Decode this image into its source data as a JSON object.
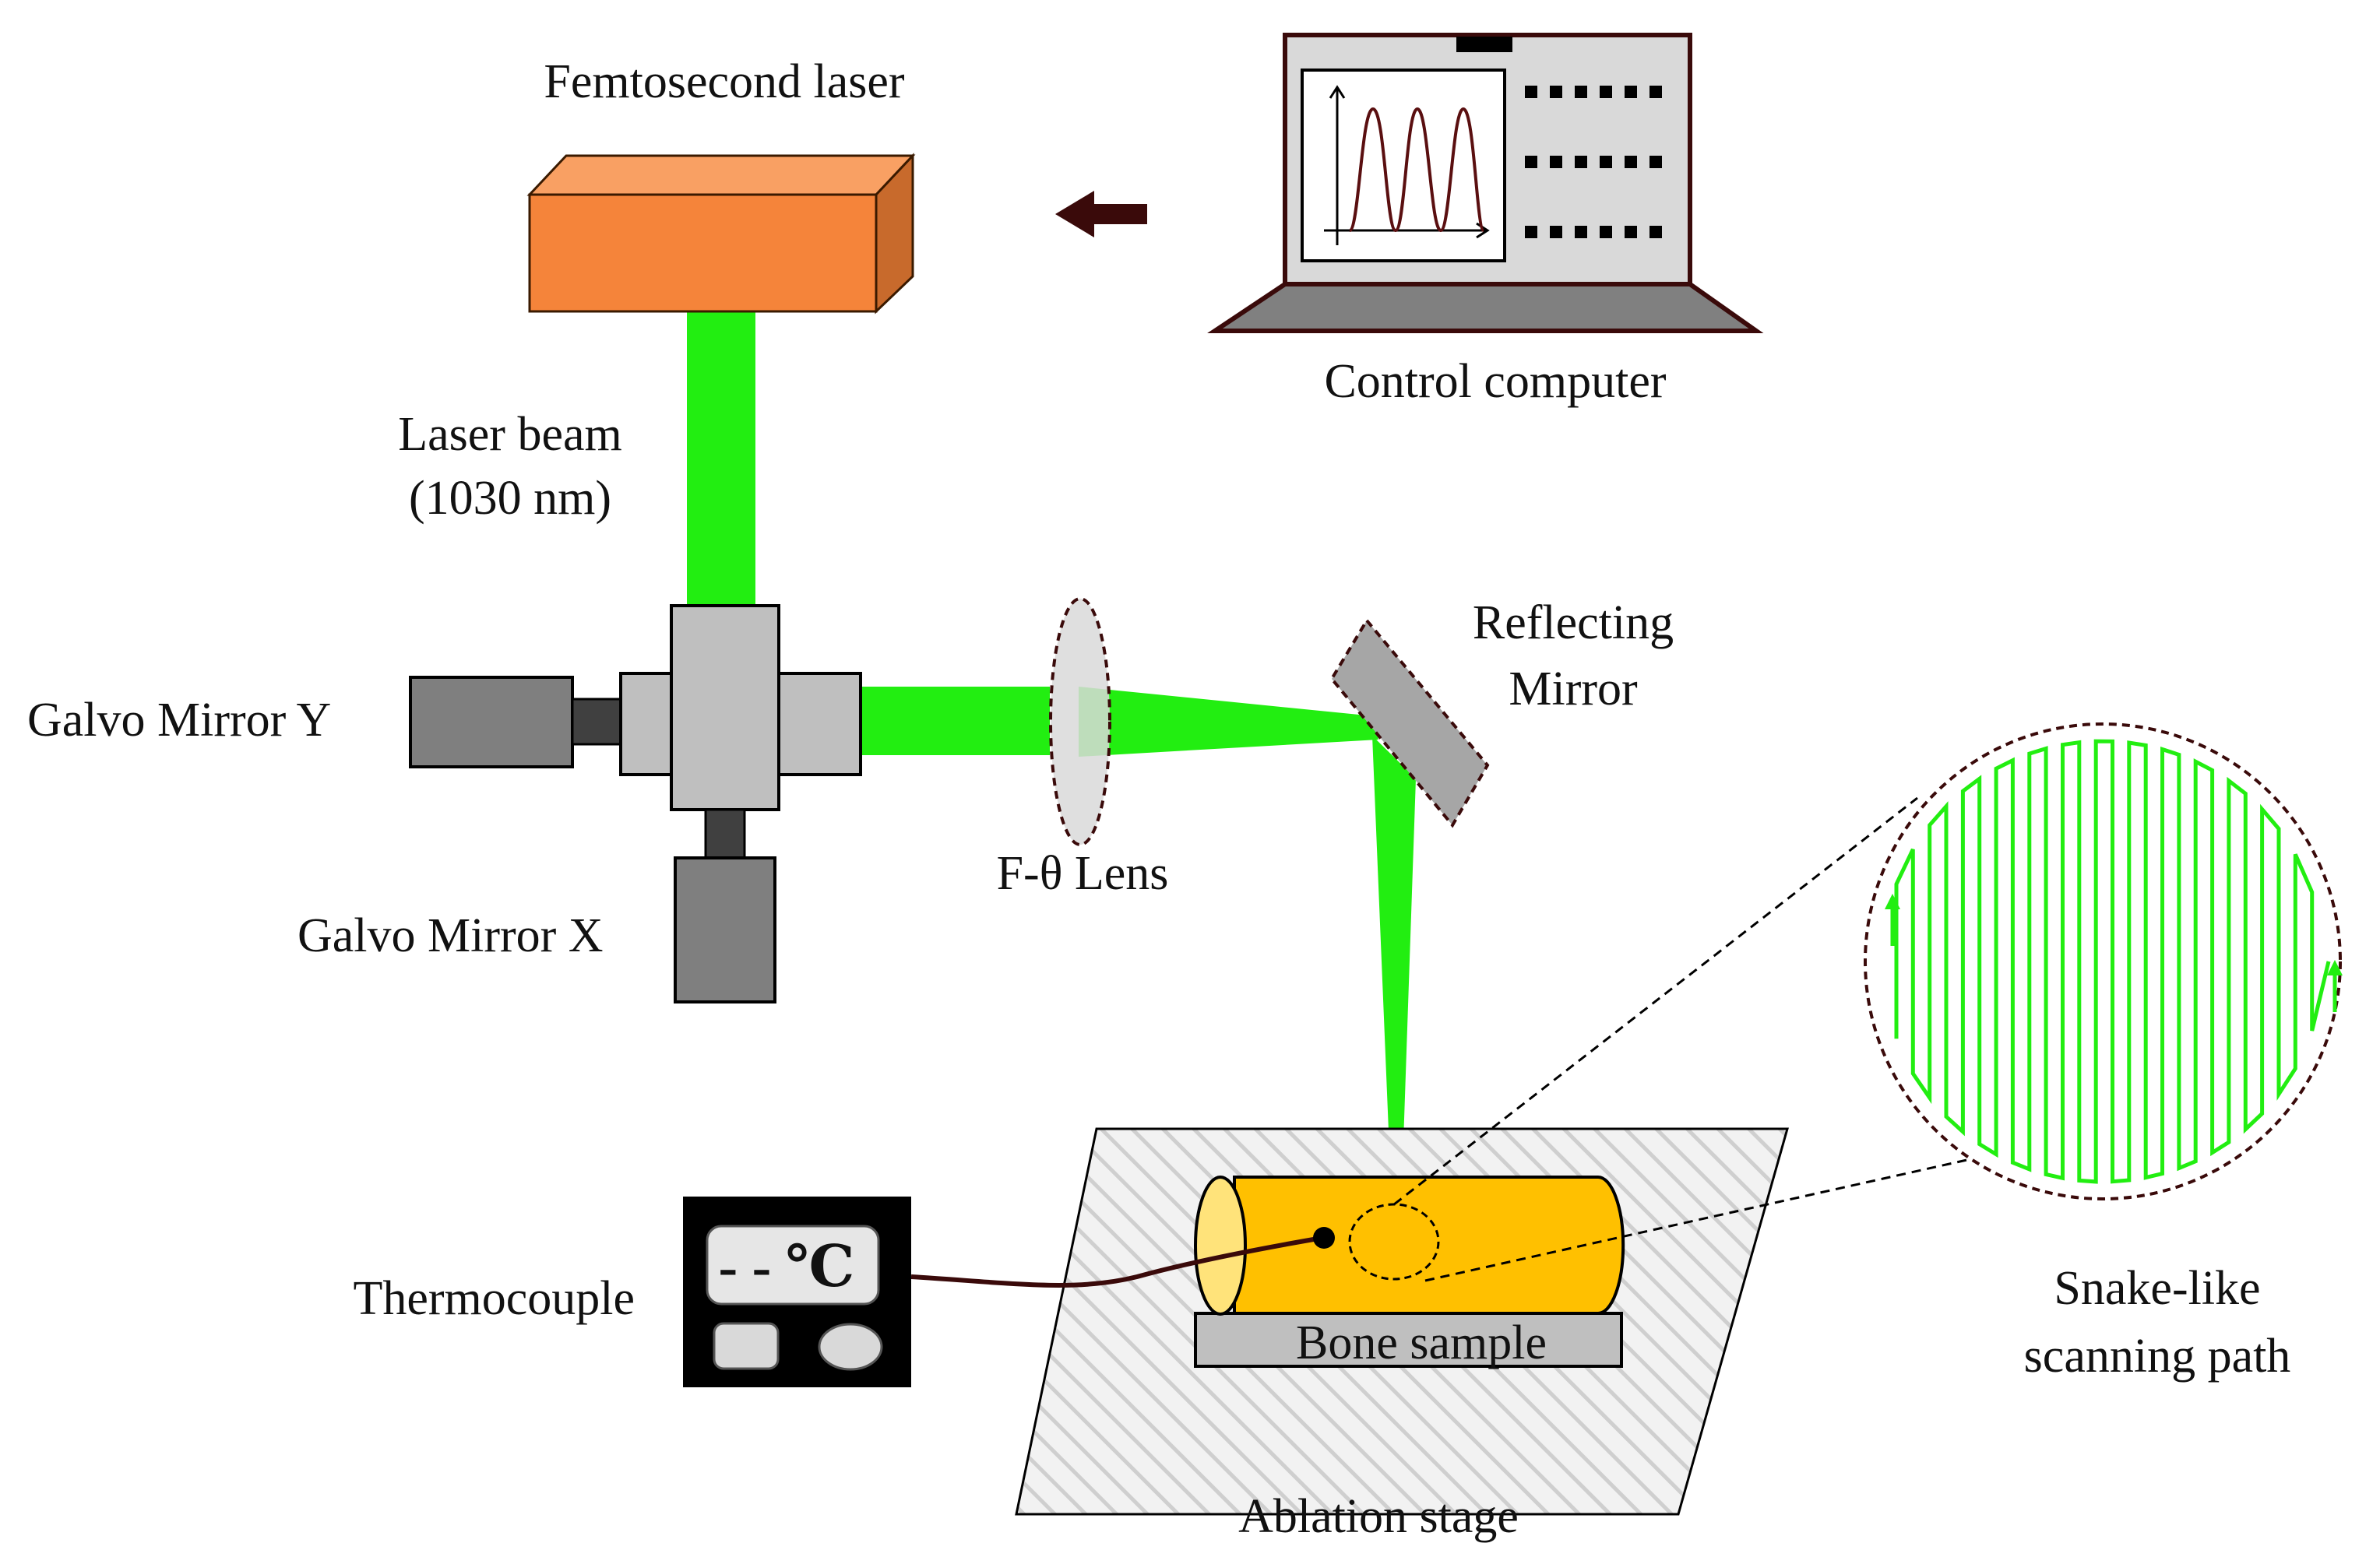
{
  "labels": {
    "femtosecond_laser": "Femtosecond laser",
    "control_computer": "Control computer",
    "laser_beam_line1": "Laser beam",
    "laser_beam_line2": "(1030 nm)",
    "reflecting_line1": "Reflecting",
    "reflecting_line2": "Mirror",
    "galvo_y": "Galvo Mirror Y",
    "galvo_x": "Galvo Mirror X",
    "f_theta_lens": "F-θ Lens",
    "thermocouple": "Thermocouple",
    "bone_sample": "Bone sample",
    "snake_line1": "Snake-like",
    "snake_line2": "scanning path",
    "ablation_stage": "Ablation stage"
  },
  "thermometer": {
    "display": "- - ℃"
  },
  "colors": {
    "laser_beam": "#22ee11",
    "laser_front": "#f5843a",
    "laser_top": "#f9a063",
    "laser_side": "#c86a2c",
    "galvo_light": "#bfbfbf",
    "galvo_dark": "#7f7f7f",
    "galvo_shaft": "#404040",
    "bone": "#ffc000",
    "bone_end": "#ffe37a",
    "stage_base": "#bfbfbf",
    "outline_brown": "#3a1010",
    "scan_path": "#22ee11"
  },
  "icons": [
    "arrow-left-icon",
    "waveform-icon"
  ]
}
